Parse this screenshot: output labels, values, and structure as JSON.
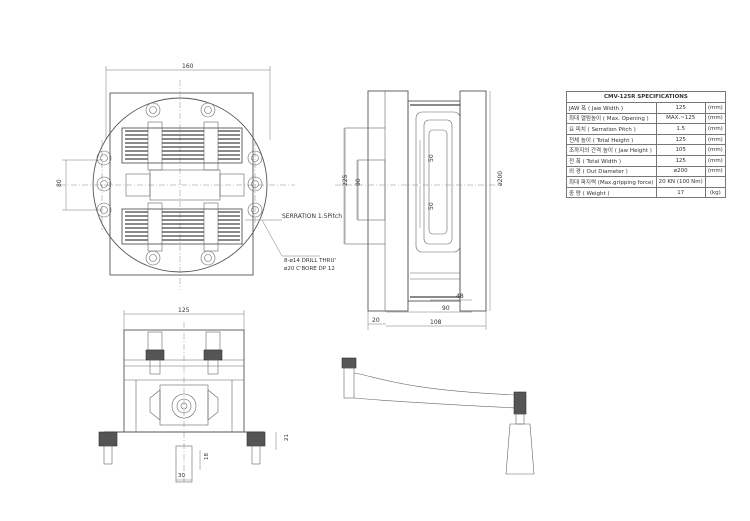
{
  "top_view": {
    "dim_width": "160",
    "dim_pitch": "80",
    "serration_label": "SERRATION 1.5Pitch",
    "drill_note_1": "8-ø14 DRILL THRU'",
    "drill_note_2": "ø20 C'BORE DP 12"
  },
  "side_view": {
    "dim_height": "225",
    "dim_90": "90",
    "dim_50": "50",
    "dim_50b": "50",
    "dim_diameter": "ø200",
    "dim_48": "48",
    "dim_90b": "90",
    "dim_20": "20",
    "dim_108": "108"
  },
  "front_view": {
    "dim_width": "125",
    "dim_21": "21",
    "dim_18": "18",
    "dim_30": "30"
  },
  "spec_table": {
    "title": "CMV-125R SPECIFICATIONS",
    "rows": [
      {
        "label": "JAW 폭 ( Jaw Width )",
        "value": "125",
        "unit": "(mm)"
      },
      {
        "label": "최대 열림높이 ( Max. Opening )",
        "value": "MAX.~125",
        "unit": "(mm)"
      },
      {
        "label": "요 피치 ( Serration Pitch )",
        "value": "1.5",
        "unit": "(mm)"
      },
      {
        "label": "전체 높이 ( Total Height )",
        "value": "125",
        "unit": "(mm)"
      },
      {
        "label": "조까지의 간격 높이 ( Jaw Height )",
        "value": "105",
        "unit": "(mm)"
      },
      {
        "label": "전 폭 ( Total Width )",
        "value": "125",
        "unit": "(mm)"
      },
      {
        "label": "외 경 ( Out Diameter )",
        "value": "ø200",
        "unit": "(mm)"
      },
      {
        "label": "최대 파지력 (Max.gripping force)",
        "value": "20 KN (100 Nm)",
        "unit": ""
      },
      {
        "label": "중 량 ( Weight )",
        "value": "17",
        "unit": "(kg)"
      }
    ]
  }
}
